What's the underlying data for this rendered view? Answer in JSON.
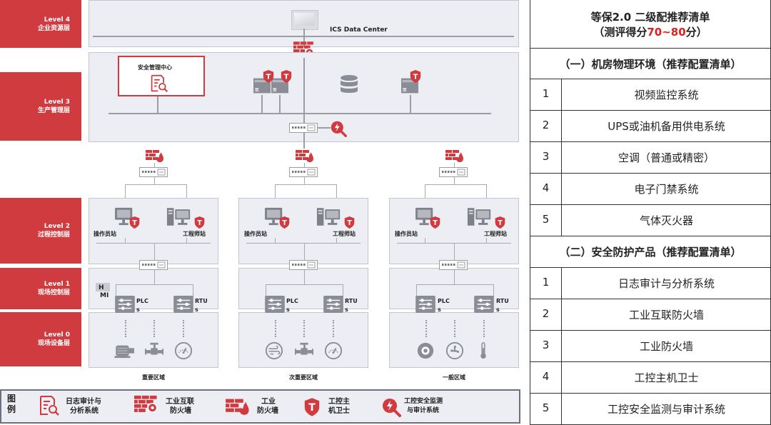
{
  "levels": [
    {
      "level": "Level 4",
      "name": "企业资源层"
    },
    {
      "level": "Level 3",
      "name": "生产管理层"
    },
    {
      "level": "Level 2",
      "name": "过程控制层"
    },
    {
      "level": "Level 1",
      "name": "现场控制层"
    },
    {
      "level": "Level 0",
      "name": "现场设备层"
    }
  ],
  "data_center_label": "ICS Data Center",
  "security_center_label": "安全管理中心",
  "operator_station": "操作员站",
  "engineer_station": "工程师站",
  "hmi_top": "H",
  "hmi_bottom": "MI",
  "plc_label": "PLC",
  "rtu_label": "RTU",
  "s_mark": "s",
  "zones": [
    "重要区域",
    "次重要区域",
    "一般区域"
  ],
  "legend": {
    "title_1": "图",
    "title_2": "例",
    "items": [
      {
        "line1": "日志审计与",
        "line2": "分析系统",
        "icon": "log-audit-icon"
      },
      {
        "line1": "工业互联",
        "line2": "防火墙",
        "icon": "industrial-internet-firewall-icon"
      },
      {
        "line1": "工业",
        "line2": "防火墙",
        "icon": "industrial-firewall-icon"
      },
      {
        "line1": "工控主",
        "line2": "机卫士",
        "icon": "host-guard-shield-icon"
      },
      {
        "line1": "工控安全监测",
        "line2": "与审计系统",
        "icon": "security-monitor-icon"
      }
    ]
  },
  "checklist": {
    "title_line1": "等保2.0 二级配推荐清单",
    "title_line2_prefix": "（测评得分",
    "title_line2_score": "70~80",
    "title_line2_suffix": "分）",
    "section1": "（一）机房物理环境（推荐配置清单）",
    "section1_items": [
      {
        "no": "1",
        "name": "视频监控系统"
      },
      {
        "no": "2",
        "name": "UPS或油机备用供电系统"
      },
      {
        "no": "3",
        "name": "空调（普通或精密）"
      },
      {
        "no": "4",
        "name": "电子门禁系统"
      },
      {
        "no": "5",
        "name": "气体灭火器"
      }
    ],
    "section2": "（二）安全防护产品（推荐配置清单）",
    "section2_items": [
      {
        "no": "1",
        "name": "日志审计与分析系统"
      },
      {
        "no": "2",
        "name": "工业互联防火墙"
      },
      {
        "no": "3",
        "name": "工业防火墙"
      },
      {
        "no": "4",
        "name": "工控主机卫士"
      },
      {
        "no": "5",
        "name": "工控安全监测与审计系统"
      }
    ]
  },
  "colors": {
    "accent": "#cf3b3f",
    "score": "#e02020",
    "panel": "#edeef3"
  }
}
